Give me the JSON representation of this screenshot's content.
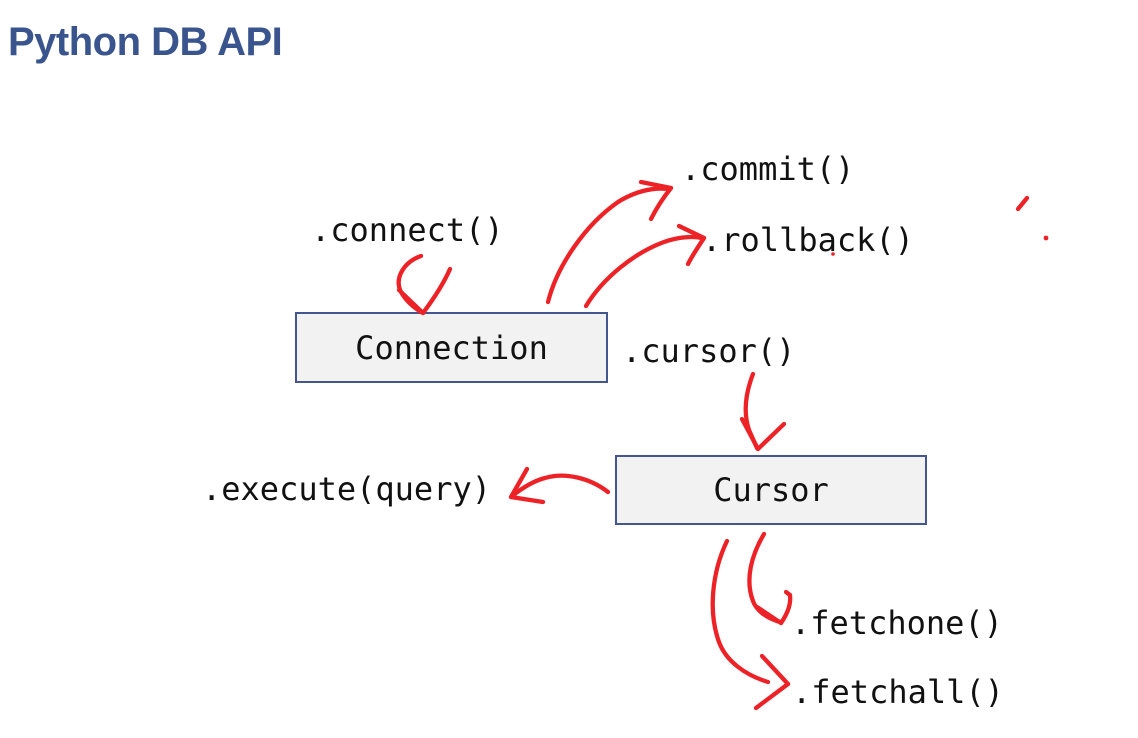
{
  "title": "Python DB API",
  "colors": {
    "title_blue": "#3a548e",
    "box_border": "#44568e",
    "box_fill": "#f2f2f2",
    "arrow_red": "#ec2227",
    "code_black": "#111111"
  },
  "boxes": {
    "connection": {
      "label": "Connection"
    },
    "cursor": {
      "label": "Cursor"
    }
  },
  "methods": {
    "connect": ".connect()",
    "commit": ".commit()",
    "rollback": ".rollback()",
    "cursor": ".cursor()",
    "execute": ".execute(query)",
    "fetchone": ".fetchone()",
    "fetchall": ".fetchall()"
  },
  "diagram": {
    "style": "hand-drawn red pen annotations on slide",
    "arrows": [
      {
        "id": "connect-arrow",
        "from": ".connect() label",
        "to": "Connection box top"
      },
      {
        "id": "commit-arrow",
        "from": "Connection box top",
        "to": ".commit() label"
      },
      {
        "id": "rollback-arrow",
        "from": "Connection box top",
        "to": ".rollback() label"
      },
      {
        "id": "cursor-arrow",
        "from": ".cursor() label",
        "to": "Cursor box top"
      },
      {
        "id": "execute-arrow",
        "from": "Cursor box left",
        "to": ".execute(query) label"
      },
      {
        "id": "fetchone-arrow",
        "from": "Cursor box bottom",
        "to": ".fetchone() label"
      },
      {
        "id": "fetchall-arrow",
        "from": "Cursor box bottom",
        "to": ".fetchall() label"
      }
    ],
    "stray_marks": [
      "small red tick near top right",
      "red dot near top right",
      "red dot under rollback"
    ]
  }
}
